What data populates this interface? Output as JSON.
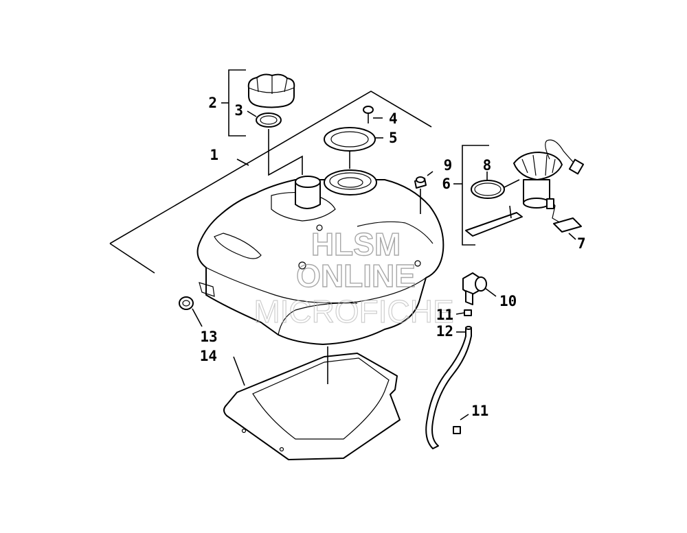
{
  "watermark": {
    "line1": "HLSM",
    "line2": "ONLINE",
    "line3": "MICROFICHE"
  },
  "callouts": [
    {
      "id": "1",
      "text": "1"
    },
    {
      "id": "2",
      "text": "2"
    },
    {
      "id": "3",
      "text": "3"
    },
    {
      "id": "4",
      "text": "4"
    },
    {
      "id": "5",
      "text": "5"
    },
    {
      "id": "6",
      "text": "6"
    },
    {
      "id": "7",
      "text": "7"
    },
    {
      "id": "8",
      "text": "8"
    },
    {
      "id": "9",
      "text": "9"
    },
    {
      "id": "10",
      "text": "10"
    },
    {
      "id": "11a",
      "text": "11"
    },
    {
      "id": "11b",
      "text": "11"
    },
    {
      "id": "12",
      "text": "12"
    },
    {
      "id": "13",
      "text": "13"
    },
    {
      "id": "14",
      "text": "14"
    }
  ],
  "parts": [
    {
      "name": "fuel-tank"
    },
    {
      "name": "fuel-cap"
    },
    {
      "name": "cap-gasket"
    },
    {
      "name": "screw"
    },
    {
      "name": "retaining-ring"
    },
    {
      "name": "fuel-pump-assembly"
    },
    {
      "name": "pump-connector"
    },
    {
      "name": "pump-o-ring"
    },
    {
      "name": "vent-valve"
    },
    {
      "name": "elbow-fitting"
    },
    {
      "name": "hose-clamp"
    },
    {
      "name": "vent-hose"
    },
    {
      "name": "grommet"
    },
    {
      "name": "tank-skid-plate"
    }
  ]
}
